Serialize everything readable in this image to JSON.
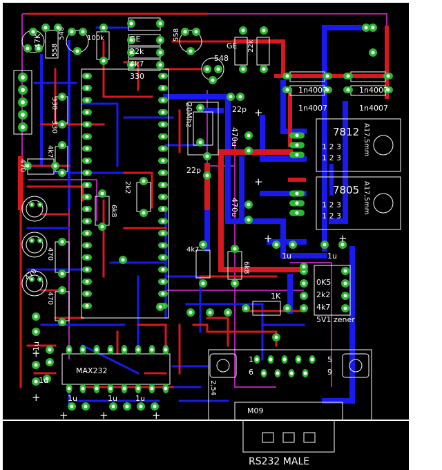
{
  "title": "RS232 MALE",
  "colors": {
    "background": "#000000",
    "top_copper": "#d8181e",
    "bottom_copper": "#1a1af0",
    "pad": "#2ab830",
    "silkscreen": "#ffffff",
    "board_outline": "#b020b0"
  },
  "labels": {
    "r_47k": "47K",
    "t_558a": "558",
    "t_548a": "548",
    "r_100k": "100k",
    "ge_a": "GE",
    "r_22k_a": "22k",
    "r_4k7_a": "4k7",
    "r_330_a": "330",
    "t_558b": "558",
    "ge_b": "GE",
    "r_22k_b": "22k",
    "t_548b": "548",
    "d1": "1n4007",
    "d2": "1n4007",
    "d3": "1n4007",
    "d4": "1n4007",
    "xtal": "20Mhz",
    "c22p_a": "22p",
    "c22p_b": "22p",
    "c470u_a": "470u",
    "c470u_b": "470u",
    "plus_a": "+",
    "plus_b": "+",
    "reg1": "7812",
    "reg2": "7805",
    "reg1_pkg": "A17,5mm",
    "reg2_pkg": "A17,5mm",
    "reg1_pins": "1  2  3",
    "reg2_pins": "1  2  3",
    "r_330_b": "330",
    "r_330_c": "330",
    "r_4k7_b": "4k7",
    "r_470_a": "470",
    "r_6k8_a": "6k8",
    "r_2k2_a": "2k2",
    "c1u_a": "1u",
    "c1u_b": "1u",
    "plus_c": "+",
    "plus_d": "+",
    "r_4k7_c": "4k7",
    "r_6k8_b": "6k8",
    "r_0k5": "0K5",
    "r_2k2_b": "2k2",
    "r_4k7_d": "4k7",
    "zener": "5V1 zener",
    "r_1k": "1K",
    "r_470_b": "470",
    "r_470_c": "470",
    "r_470_d": "470",
    "c1u_c": "1u",
    "c1u_d": "1u",
    "max232": "MAX232",
    "c1u_e": "1u",
    "c1u_f": "1u",
    "c1u_g": "1u",
    "db_pin1": "1",
    "db_pin5": "5",
    "db_pin6": "6",
    "db_pin9": "9",
    "spacing": "2,54",
    "m09": "M09",
    "plus_e": "+",
    "plus_f": "+",
    "plus_g": "+",
    "plus_h": "+",
    "plus_i": "+"
  }
}
